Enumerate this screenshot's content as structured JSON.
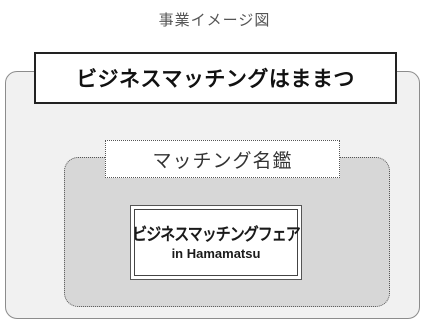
{
  "diagram": {
    "title": "事業イメージ図",
    "platform": "ビジネスマッチングはままつ",
    "directory": "マッチング名鑑",
    "fair": {
      "main": "ビジネスマッチングフェア",
      "sub": "in Hamamatsu"
    }
  }
}
